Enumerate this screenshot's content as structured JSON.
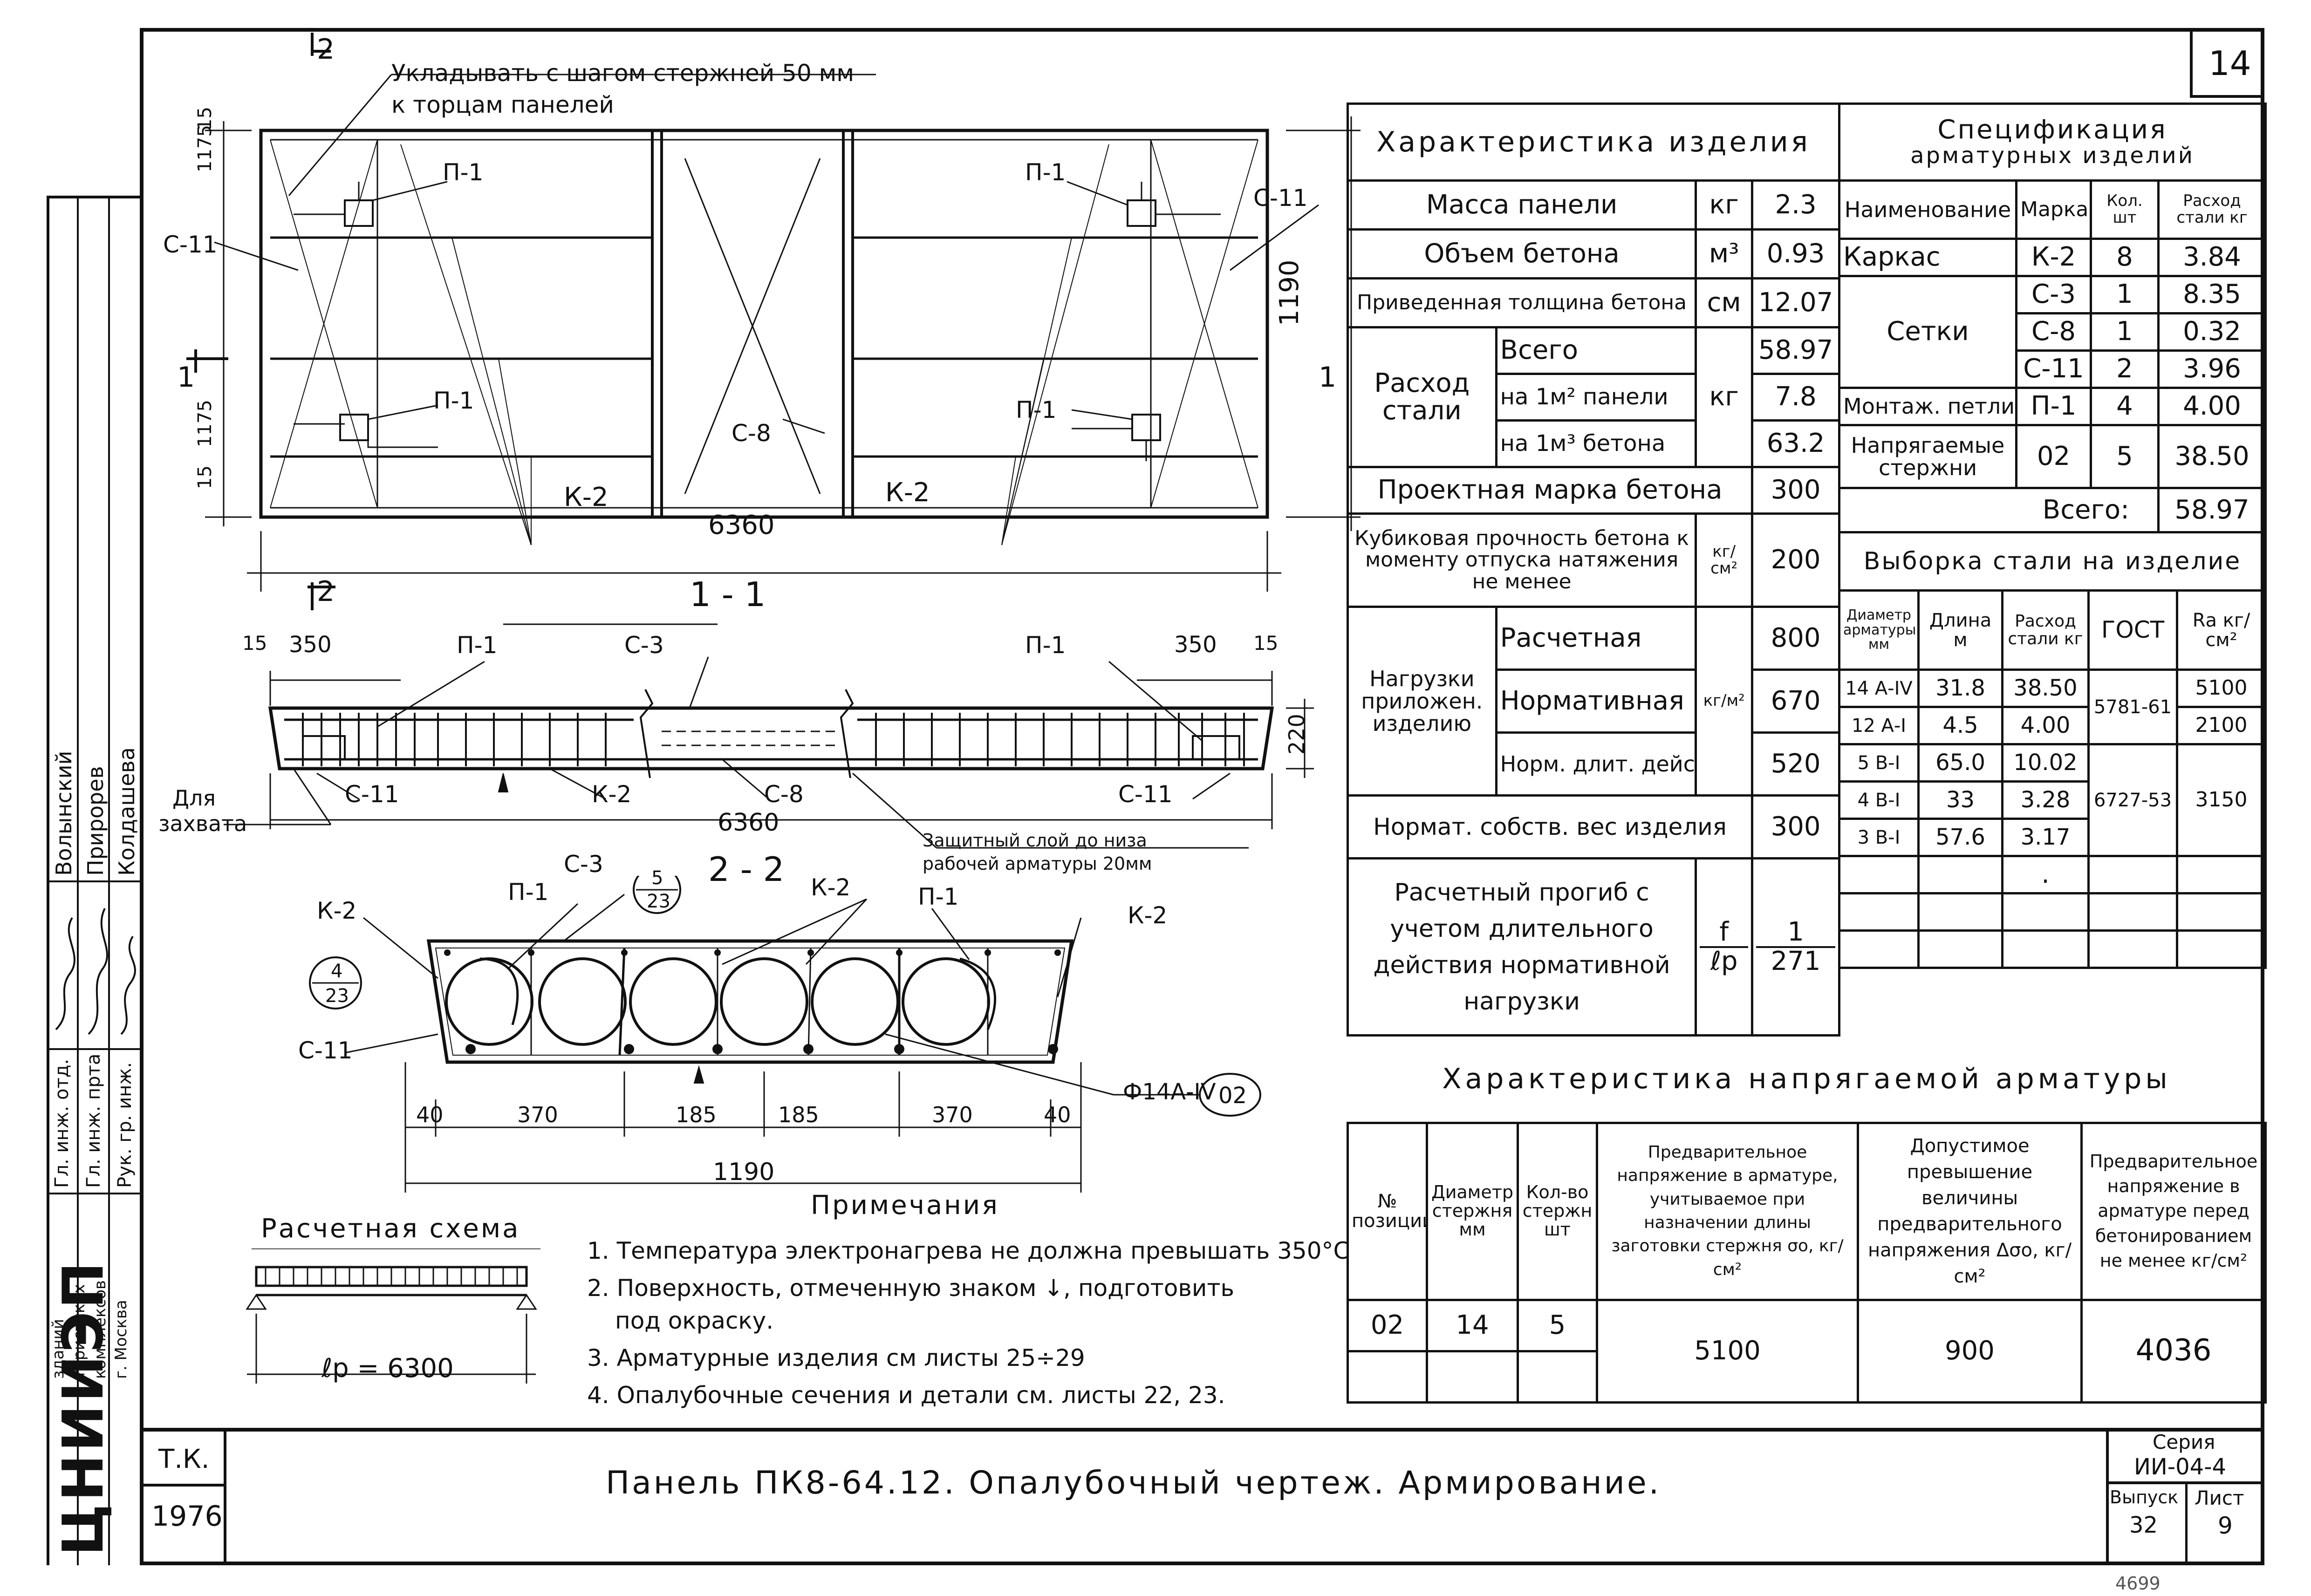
{
  "sheet_number": "14",
  "plan_view": {
    "note_line1": "Укладывать с шагом стержней 50 мм",
    "note_line2": "к торцам панелей",
    "marks": {
      "p1": "П-1",
      "c11": "С-11",
      "c8": "С-8",
      "k2": "К-2"
    },
    "section_2": "2",
    "section_1": "1",
    "length": "6360",
    "width": "1190",
    "dim_1175": "1175",
    "dim_15": "15"
  },
  "section_11": {
    "title": "1 - 1",
    "dim_350": "350",
    "dim_15": "15",
    "height": "220",
    "length": "6360",
    "marks": {
      "p1": "П-1",
      "c3": "С-3",
      "c11": "С-11",
      "k2": "К-2",
      "c8": "С-8"
    },
    "grip_label_1": "Для",
    "grip_label_2": "захвата",
    "protective_layer_1": "Защитный слой до низа",
    "protective_layer_2": "рабочей арматуры 20мм"
  },
  "section_22": {
    "title": "2 - 2",
    "ref_5_23_top": "5",
    "ref_5_23_bottom": "23",
    "ref_4_23_top": "4",
    "ref_4_23_bottom": "23",
    "marks": {
      "k2": "К-2",
      "p1": "П-1",
      "c3": "С-3",
      "c11": "С-11"
    },
    "rebar_label": "Ф14А-IV",
    "rebar_pos": "02",
    "dims": [
      "40",
      "370",
      "185",
      "185",
      "370",
      "40"
    ],
    "total": "1190"
  },
  "calc_scheme": {
    "title": "Расчетная схема",
    "span": "ℓр = 6300"
  },
  "notes": {
    "title": "Примечания",
    "items": [
      "1. Температура электронагрева не должна превышать 350°С",
      "2. Поверхность, отмеченную знаком ↓, подготовить",
      "под окраску.",
      "3. Арматурные изделия см листы 25÷29",
      "4. Опалубочные сечения и детали см. листы 22, 23."
    ]
  },
  "product_characteristics": {
    "title": "Характеристика изделия",
    "rows": {
      "mass_label": "Масса панели",
      "mass_unit": "кг",
      "mass_value": "2.3",
      "volume_label": "Объем бетона",
      "volume_unit": "м³",
      "volume_value": "0.93",
      "thick_label": "Приведенная толщина бетона",
      "thick_unit": "см",
      "thick_value": "12.07",
      "steel_label": "Расход стали",
      "steel_unit": "кг",
      "steel_total_label": "Всего",
      "steel_total_value": "58.97",
      "steel_m2_label": "на 1м² панели",
      "steel_m2_value": "7.8",
      "steel_m3_label": "на 1м³ бетона",
      "steel_m3_value": "63.2",
      "grade_label": "Проектная марка бетона",
      "grade_value": "300",
      "cube_label": "Кубиковая прочность бетона к моменту отпуска натяжения не менее",
      "cube_unit": "кг/см²",
      "cube_value": "200",
      "loads_label": "Нагрузки приложен. изделию",
      "loads_unit": "кг/м²",
      "load_design_label": "Расчетная",
      "load_design_value": "800",
      "load_norm_label": "Нормативная",
      "load_norm_value": "670",
      "load_long_label": "Норм. длит. дейст.",
      "load_long_value": "520",
      "self_weight_label": "Нормат. собств. вес изделия",
      "self_weight_value": "300",
      "deflection_label": "Расчетный прогиб с учетом длительного действия нормативной нагрузки",
      "deflection_unit_top": "f",
      "deflection_unit_bottom": "ℓр",
      "deflection_value_top": "1",
      "deflection_value_bottom": "271"
    }
  },
  "reinforcement_spec": {
    "title_1": "Спецификация",
    "title_2": "арматурных изделий",
    "headers": [
      "Наименование",
      "Марка",
      "Кол. шт",
      "Расход стали кг"
    ],
    "frame_label": "Каркас",
    "frame": {
      "mark": "К-2",
      "qty": "8",
      "steel": "3.84"
    },
    "mesh_label": "Сетки",
    "meshes": [
      {
        "mark": "С-3",
        "qty": "1",
        "steel": "8.35"
      },
      {
        "mark": "С-8",
        "qty": "1",
        "steel": "0.32"
      },
      {
        "mark": "С-11",
        "qty": "2",
        "steel": "3.96"
      }
    ],
    "loop_label": "Монтаж. петли",
    "loop": {
      "mark": "П-1",
      "qty": "4",
      "steel": "4.00"
    },
    "tendon_label": "Напрягаемые стержни",
    "tendon": {
      "mark": "02",
      "qty": "5",
      "steel": "38.50"
    },
    "total_label": "Всего:",
    "total_value": "58.97"
  },
  "steel_selection": {
    "title": "Выборка стали на изделие",
    "headers": [
      "Диаметр арматуры мм",
      "Длина м",
      "Расход стали кг",
      "ГОСТ",
      "Rа кг/см²"
    ],
    "rows": [
      {
        "diam": "14 А-IV",
        "len": "31.8",
        "steel": "38.50"
      },
      {
        "diam": "12 А-I",
        "len": "4.5",
        "steel": "4.00"
      },
      {
        "diam": "5 В-I",
        "len": "65.0",
        "steel": "10.02"
      },
      {
        "diam": "4 В-I",
        "len": "33",
        "steel": "3.28"
      },
      {
        "diam": "3 В-I",
        "len": "57.6",
        "steel": "3.17"
      }
    ],
    "gost_1": "5781-61",
    "gost_2": "6727-53",
    "ra_1": "5100",
    "ra_2": "2100",
    "ra_3": "3150",
    "dot": "."
  },
  "prestress": {
    "title": "Характеристика напрягаемой арматуры",
    "headers": [
      "№ позиции",
      "Диаметр стержня мм",
      "Кол-во стержн шт",
      "Предварительное напряжение в арматуре, учитываемое при назначении длины заготовки стержня σо, кг/см²",
      "Допустимое превышение величины предварительного напряжения Δσо, кг/см²",
      "Предварительное напряжение в арматуре перед бетонированием не менее кг/см²"
    ],
    "row": {
      "pos": "02",
      "diam": "14",
      "qty": "5",
      "sigma": "5100",
      "delta": "900",
      "min": "4036"
    }
  },
  "left_strip": {
    "names": [
      "Волынский",
      "Прирорев",
      "Колдашева"
    ],
    "roles": [
      "Гл. инж. отд.",
      "Гл. инж. прта",
      "Рук. гр. инж."
    ],
    "org": [
      "зданий",
      "туристских",
      "комплексов",
      "г. Москва"
    ],
    "logo": "ЦНИИЭП"
  },
  "title_block": {
    "tk": "Т.К.",
    "year": "1976",
    "title": "Панель ПК8-64.12. Опалубочный чертеж. Армирование.",
    "series_label": "Серия",
    "series": "ИИ-04-4",
    "issue_label": "Выпуск",
    "issue": "32",
    "sheet_label": "Лист",
    "sheet": "9",
    "archive": "4699"
  }
}
